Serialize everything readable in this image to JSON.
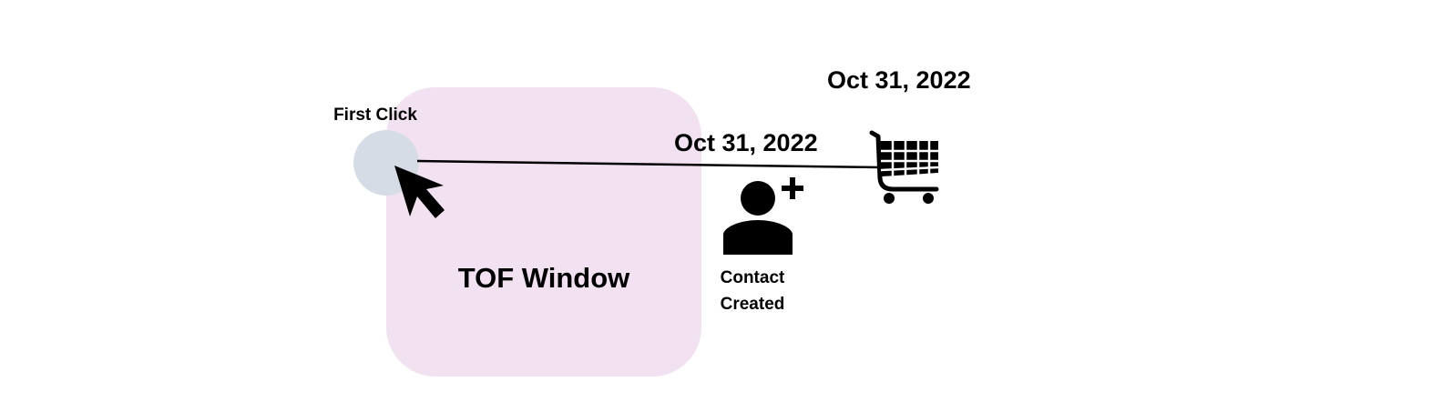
{
  "diagram": {
    "colors": {
      "window_fill": "#f1e1f1",
      "click_circle": "#d6dce6",
      "line": "#000000",
      "icon": "#000000"
    },
    "window_label": "TOF Window",
    "first_click": {
      "label": "First Click",
      "icon": "cursor-arrow-icon"
    },
    "contact": {
      "label_line1": "Contact",
      "label_line2": "Created",
      "date": "Oct 31, 2022",
      "icon": "add-user-icon"
    },
    "purchase": {
      "date": "Oct 31, 2022",
      "icon": "shopping-cart-icon"
    }
  }
}
